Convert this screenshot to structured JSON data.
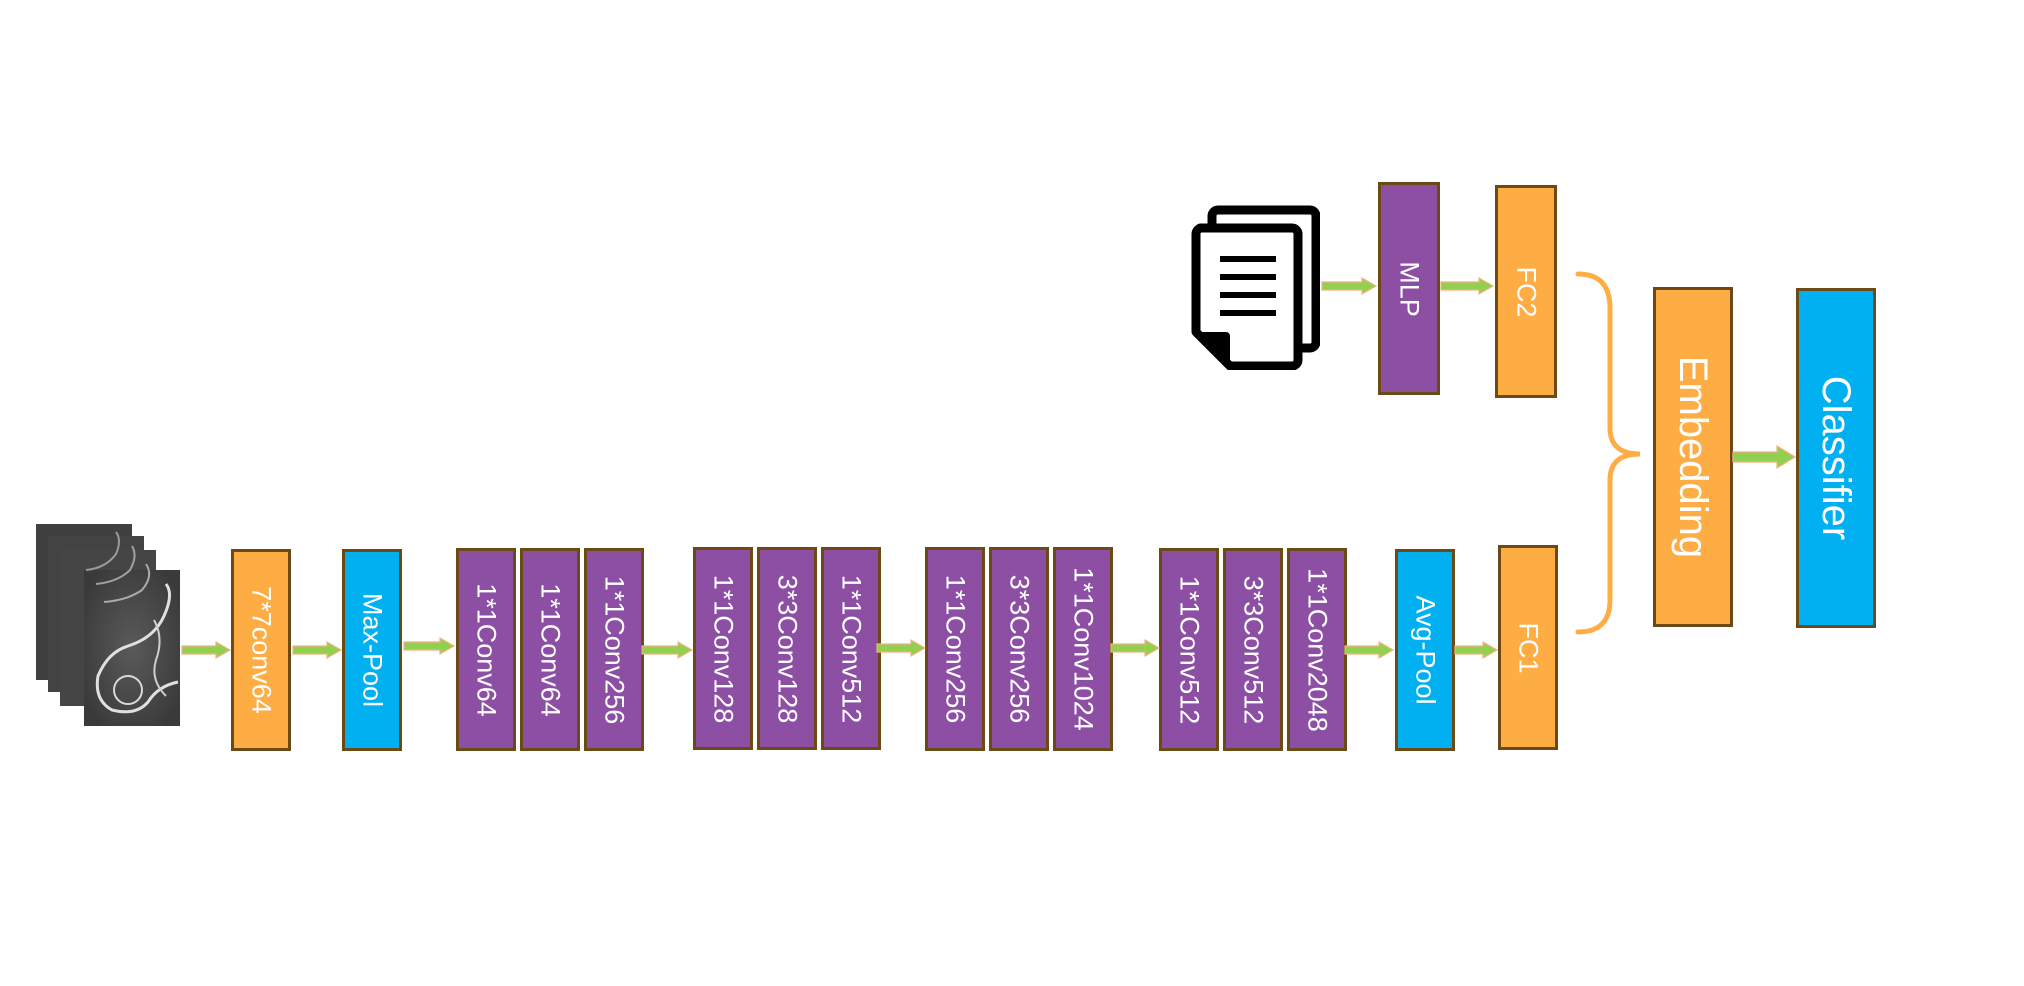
{
  "colors": {
    "orange": "#fdad44",
    "purple": "#8c4fa4",
    "blue": "#00b0f0",
    "border": "#6b4a16",
    "arrow": "#92d050",
    "arrow_edge": "#f4b183",
    "brace": "#fdad44"
  },
  "icons": {
    "image_stack": "ct-image-stack",
    "document_stack": "document-stack-icon"
  },
  "blocks": {
    "conv7": "7*7conv64",
    "maxpool": "Max-Pool",
    "s1_a": "1*1Conv64",
    "s1_b": "1*1Conv64",
    "s1_c": "1*1Conv256",
    "s2_a": "1*1Conv128",
    "s2_b": "3*3Conv128",
    "s2_c": "1*1Conv512",
    "s3_a": "1*1Conv256",
    "s3_b": "3*3Conv256",
    "s3_c": "1*1Conv1024",
    "s4_a": "1*1Conv512",
    "s4_b": "3*3Conv512",
    "s4_c": "1*1Conv2048",
    "avgpool": "Avg-Pool",
    "fc1": "FC1",
    "mlp": "MLP",
    "fc2": "FC2",
    "embedding": "Embedding",
    "classifier": "Classifier"
  }
}
